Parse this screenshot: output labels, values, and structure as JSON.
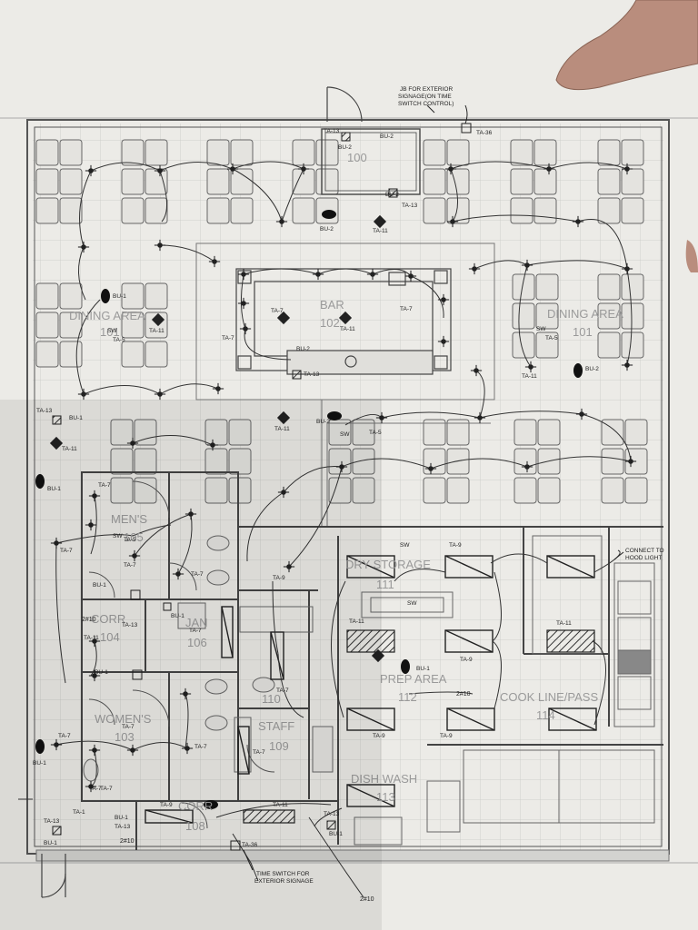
{
  "rooms": {
    "dining_area_left": "DINING AREA",
    "dining_area_left_no": "101",
    "dining_area_right": "DINING AREA",
    "dining_area_right_no": "101",
    "bar": "BAR",
    "bar_no": "102",
    "room_100": "100",
    "mens": "MEN'S",
    "mens_no": "105",
    "corr": "CORR",
    "corr_no": "104",
    "womens": "WOMEN'S",
    "womens_no": "103",
    "jan": "JAN",
    "jan_no": "106",
    "room_110": "110",
    "staff": "STAFF",
    "staff_no": "109",
    "dry_storage": "DRY STORAGE",
    "dry_storage_no": "111",
    "prep_area": "PREP AREA",
    "prep_area_no": "112",
    "cook_line": "COOK LINE/PASS",
    "cook_line_no": "114",
    "dish_wash": "DISH WASH",
    "dish_wash_no": "113",
    "corr2": "CORR",
    "corr2_no": "108"
  },
  "notes": {
    "jb_line1": "JB FOR EXTERIOR",
    "jb_line2": "SIGNAGE(ON TIME",
    "jb_line3": "SWITCH CONTROL)",
    "ts_line1": "TIME SWITCH FOR",
    "ts_line2": "EXTERIOR SIGNAGE",
    "hood_line1": "CONNECT TO",
    "hood_line2": "HOOD LIGHT",
    "circuit_2_10_a": "2#10",
    "circuit_2_10_b": "2#10",
    "circuit_2_10_c": "2#10",
    "circuit_2_10_d": "2#10"
  },
  "tags": {
    "ta36_top": "TA-36",
    "ta36_bottom": "TA-36",
    "ta13_top": "TA-13",
    "bu2_top": "BU-2",
    "bu2_top_b": "BU-2",
    "ta13_b": "TA-13",
    "bu2_c": "BU-2",
    "ta11_a": "TA-11",
    "bu1_dining": "BU-1",
    "sw_dining": "SW",
    "ta5": "TA-5",
    "ta11_b": "TA-11",
    "ta7_bar1": "TA-7",
    "ta7_bar2": "TA-7",
    "ta7_bar3": "TA-7",
    "ta11_bar": "TA-11",
    "bu2_bar": "BU-2",
    "ta13_bar": "TA-13",
    "sw_right": "SW",
    "ta5_right": "TA-5",
    "ta11_right": "TA-11",
    "bu2_right": "BU-2",
    "ta13_left": "TA-13",
    "bu1_left": "BU-1",
    "ta11_left": "TA-11",
    "bu1_left2": "BU-1",
    "ta11_mid": "TA-11",
    "bu2_mid": "BU-2",
    "sw_mid": "SW",
    "ta5_mid": "TA-5",
    "ta7_m1": "TA-7",
    "sw_mens": "SW",
    "ta5_mens": "TA-5",
    "ta7_m2": "TA-7",
    "ta7_m3": "TA-7",
    "bu1_m": "BU-1",
    "ta7_m4": "TA-7",
    "ta9_a": "TA-9",
    "sw_dry": "SW",
    "ta9_b": "TA-9",
    "sw_prep": "SW",
    "ta11_dry": "TA-11",
    "ta11_cook": "TA-11",
    "ta9_c": "TA-9",
    "bu1_prep": "BU-1",
    "ta9_d": "TA-9",
    "ta9_e": "TA-9",
    "ta7_l1": "TA-7",
    "ta13_j": "TA-13",
    "bu1_j": "BU-1",
    "ta7_j": "TA-7",
    "ta11_corr": "TA-11",
    "bu1_corr": "BU-1",
    "ta7_w1": "TA-7",
    "ta7_w2": "TA-7",
    "ta7_w3": "TA-7",
    "ta7_s1": "TA-7",
    "ta7_s2": "TA-7",
    "ta7_s3": "TA-7",
    "ta7_left_low": "TA-7",
    "bu1_left_low": "BU-1",
    "ta13_bl": "TA-13",
    "bu1_bl": "BU-1",
    "ta1_bl": "TA-1",
    "bu1_bl2": "BU-1",
    "ta13_bl2": "TA-13",
    "ta9_bl": "TA-9",
    "ta11_bl": "TA-11",
    "ta13_bc": "TA-13",
    "bu1_bc": "BU-1"
  }
}
